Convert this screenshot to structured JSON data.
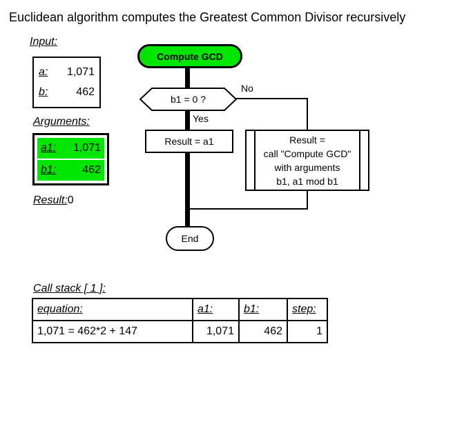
{
  "title": "Euclidean algorithm computes the Greatest Common Divisor recursively",
  "colors": {
    "highlight_green": "#00e600"
  },
  "input": {
    "label": "Input:",
    "rows": [
      {
        "name": "a:",
        "value": "1,071"
      },
      {
        "name": "b:",
        "value": "462"
      }
    ]
  },
  "arguments": {
    "label": "Arguments:",
    "rows": [
      {
        "name": "a1:",
        "value": "1,071"
      },
      {
        "name": "b1:",
        "value": "462"
      }
    ]
  },
  "result": {
    "label": "Result:",
    "value": "0"
  },
  "flowchart": {
    "start_label": "Compute GCD",
    "decision_label": "b1 = 0 ?",
    "no_label": "No",
    "yes_label": "Yes",
    "assign_label": "Result = a1",
    "subroutine_lines": [
      "Result =",
      "call \"Compute GCD\"",
      "with arguments",
      "b1, a1 mod b1"
    ],
    "end_label": "End"
  },
  "call_stack": {
    "label": "Call stack [ 1 ]:",
    "headers": [
      "equation:",
      "a1:",
      "b1:",
      "step:"
    ],
    "rows": [
      {
        "equation": "1,071 = 462*2 + 147",
        "a1": "1,071",
        "b1": "462",
        "step": "1"
      }
    ]
  }
}
